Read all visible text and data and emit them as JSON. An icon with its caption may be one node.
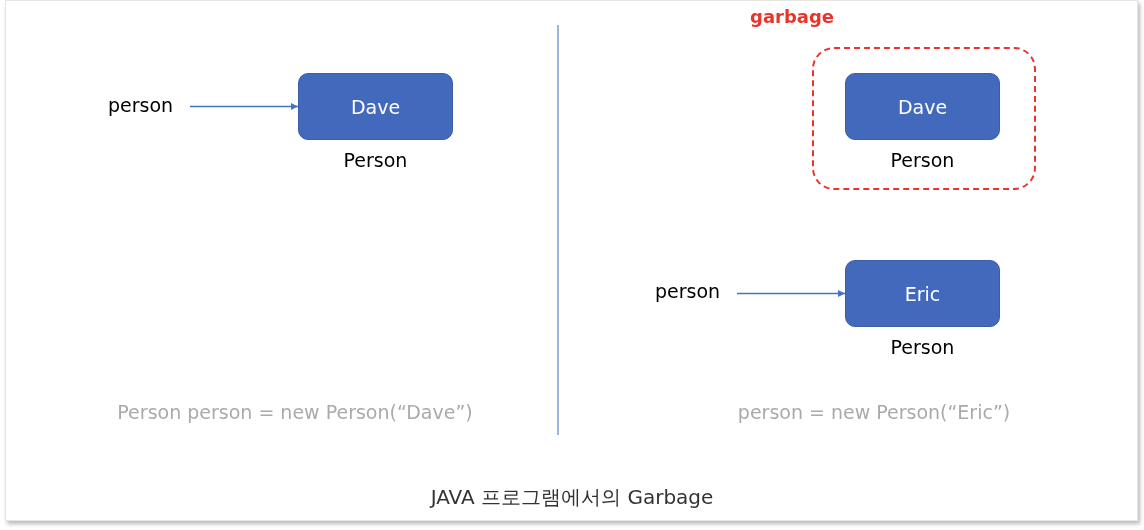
{
  "diagram": {
    "caption": "JAVA 프로그램에서의 Garbage",
    "nodes": [
      {
        "text": [
          "person"
        ]
      },
      {
        "text": [
          "Dave"
        ],
        "beside": [
          "Person"
        ]
      },
      {
        "text": [
          "garbage"
        ]
      },
      {
        "text": [
          "Dave"
        ],
        "beside": [
          "Person"
        ],
        "in": 2
      },
      {
        "text": [
          "person"
        ]
      },
      {
        "text": [
          "Eric"
        ],
        "beside": [
          "Person"
        ]
      }
    ],
    "edges": [
      {
        "from": 0,
        "to": 1,
        "arrow": "to"
      },
      {
        "from": 4,
        "to": 5,
        "arrow": "to"
      }
    ],
    "labels": [
      "Person person = new Person(“Dave”)",
      "person = new Person(“Eric”)"
    ]
  }
}
